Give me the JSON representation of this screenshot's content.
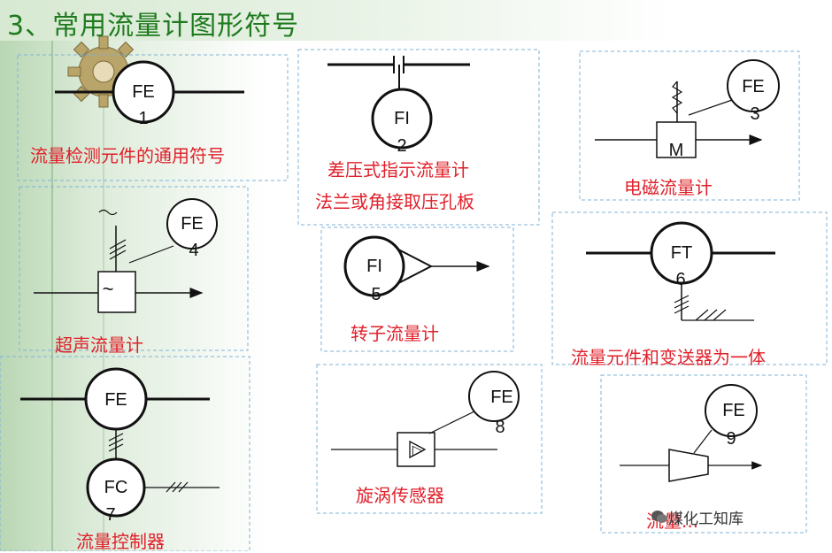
{
  "title": "3、常用流量计图形符号",
  "symbols": [
    {
      "tag": "FE",
      "num": "1",
      "caption": "流量检测元件的通用符号"
    },
    {
      "tag": "FI",
      "num": "2",
      "caption": "差压式指示流量计",
      "caption2": "法兰或角接取压孔板"
    },
    {
      "tag": "FE",
      "num": "3",
      "inner": "M",
      "caption": "电磁流量计"
    },
    {
      "tag": "FE",
      "num": "4",
      "inner": "~",
      "caption": "超声流量计"
    },
    {
      "tag": "FI",
      "num": "5",
      "caption": "转子流量计"
    },
    {
      "tag": "FT",
      "num": "6",
      "caption": "流量元件和变送器为一体"
    },
    {
      "tag": "FE",
      "num": "",
      "tag2": "FC",
      "num2": "7",
      "caption": "流量控制器"
    },
    {
      "tag": "FE",
      "num": "8",
      "inner": "▷",
      "caption": "旋涡传感器"
    },
    {
      "tag": "FE",
      "num": "9",
      "caption": "流量..."
    }
  ],
  "watermark": "煤化工知库",
  "colors": {
    "title": "#1f7a1f",
    "caption": "#e0202a",
    "panel_border": "#7fb2d6",
    "line": "#111111"
  }
}
